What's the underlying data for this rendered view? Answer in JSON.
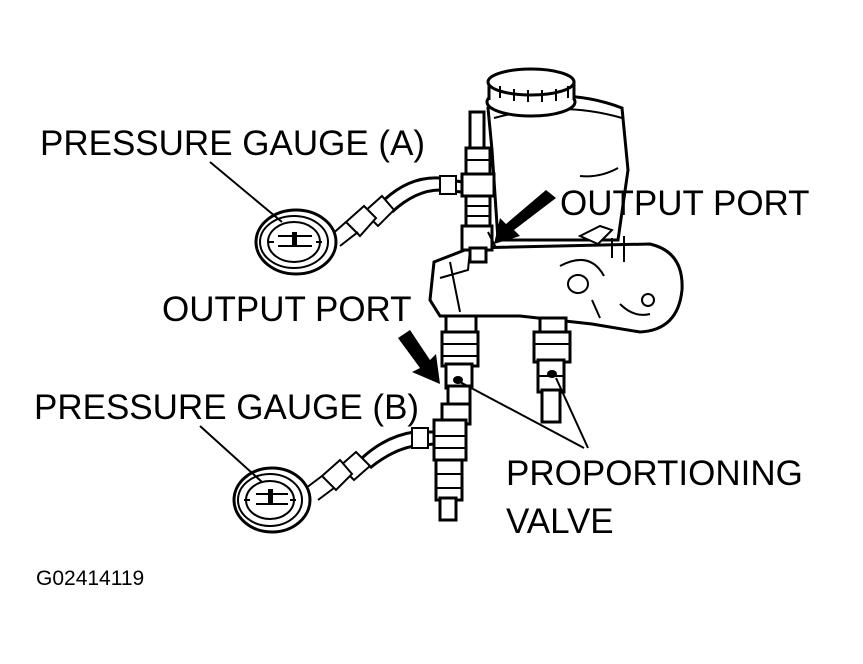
{
  "labels": {
    "gauge_a": "PRESSURE GAUGE (A)",
    "gauge_b": "PRESSURE GAUGE (B)",
    "output_port_right": "OUTPUT PORT",
    "output_port_left": "OUTPUT PORT",
    "valve_line1": "PROPORTIONING",
    "valve_line2": "VALVE",
    "figure_id": "G02414119"
  }
}
